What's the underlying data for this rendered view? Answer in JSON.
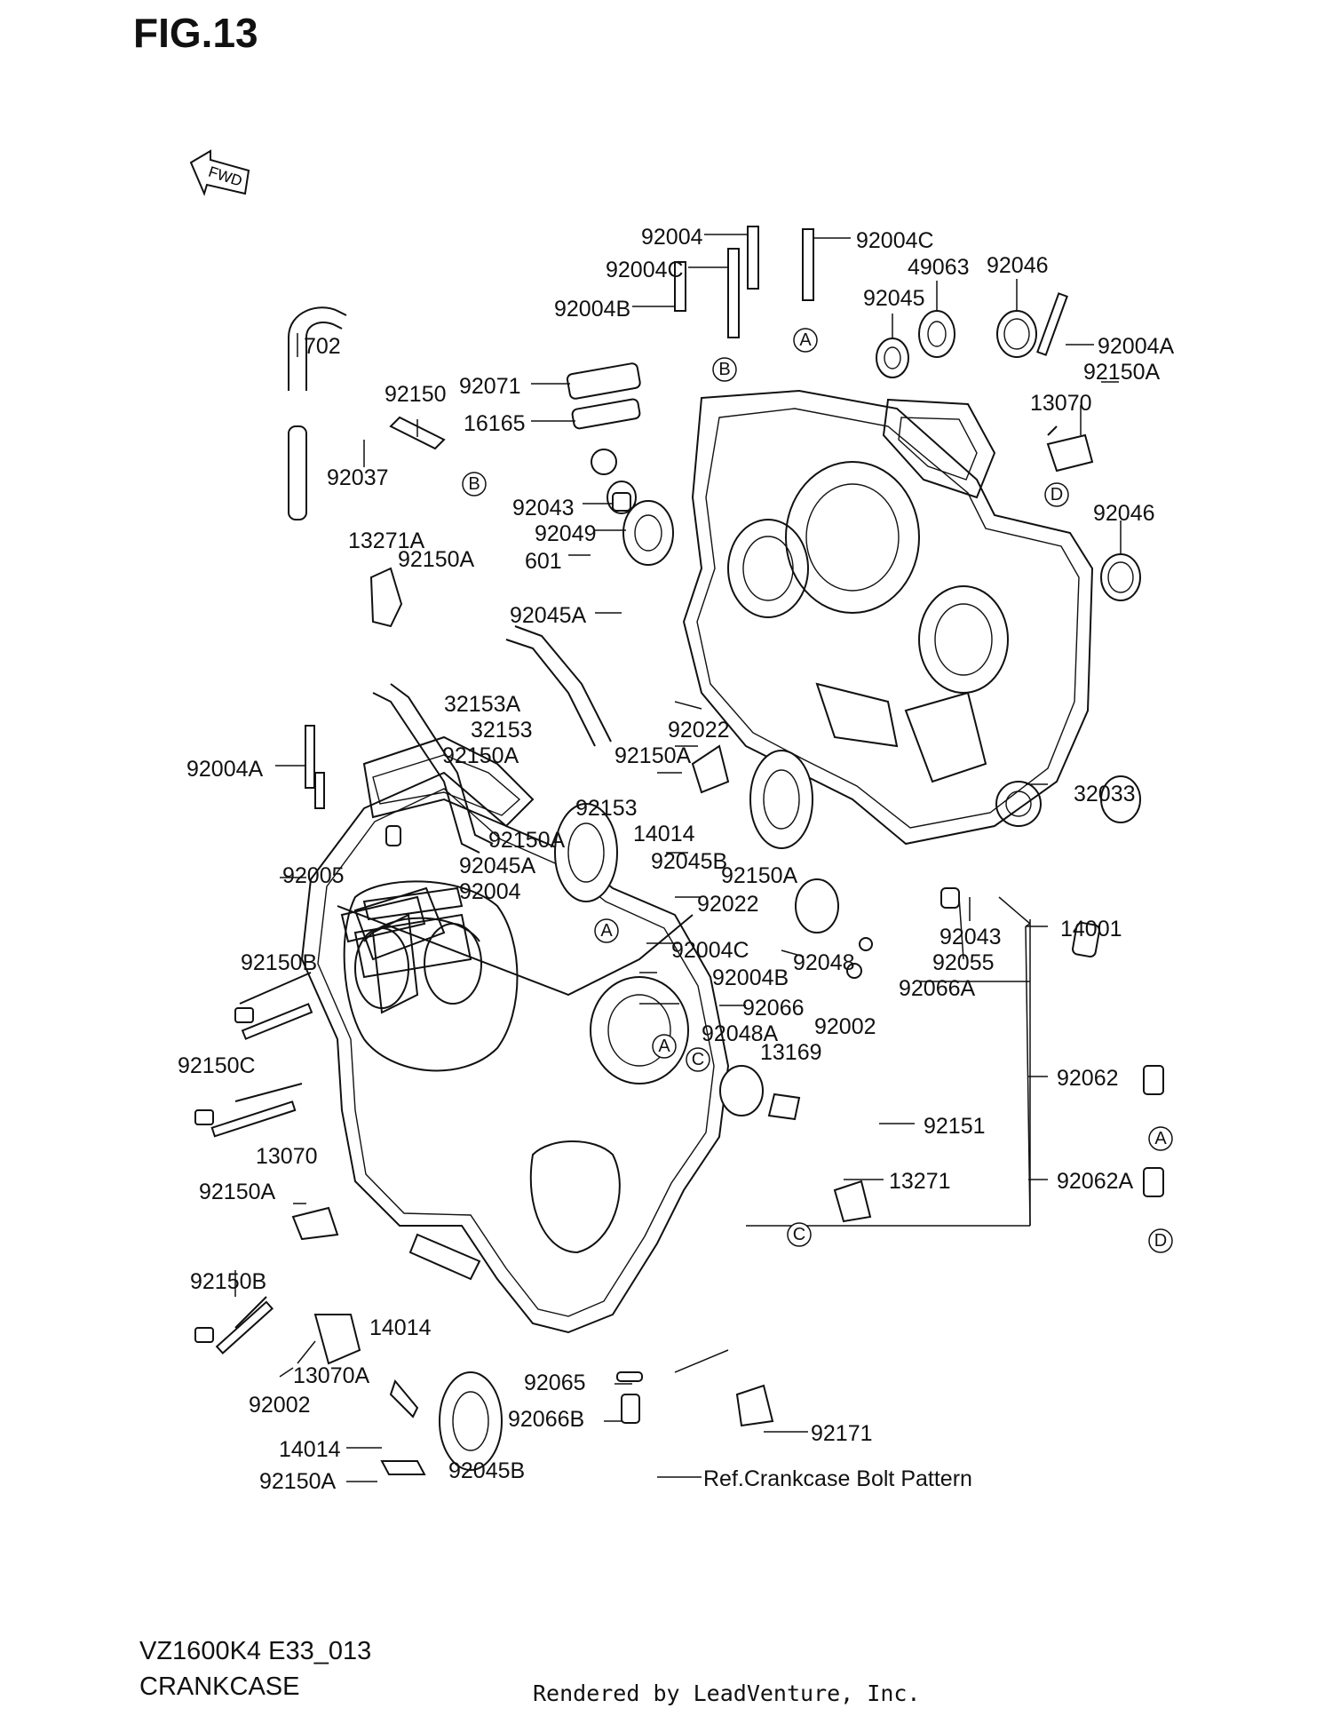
{
  "figure": {
    "title": "FIG.13",
    "fwd_label": "FWD",
    "model_code": "VZ1600K4 E33_013",
    "section_name": "CRANKCASE",
    "render_credit": "Rendered by LeadVenture, Inc."
  },
  "callouts": [
    {
      "text": "92004"
    },
    {
      "text": "92004C"
    },
    {
      "text": "92004C"
    },
    {
      "text": "49063"
    },
    {
      "text": "92046"
    },
    {
      "text": "92004B"
    },
    {
      "text": "92045"
    },
    {
      "text": "92004A"
    },
    {
      "text": "702"
    },
    {
      "text": "92150A"
    },
    {
      "text": "92071"
    },
    {
      "text": "92150"
    },
    {
      "text": "13070"
    },
    {
      "text": "16165"
    },
    {
      "text": "92037"
    },
    {
      "text": "92043"
    },
    {
      "text": "92046"
    },
    {
      "text": "92049"
    },
    {
      "text": "13271A"
    },
    {
      "text": "92150A"
    },
    {
      "text": "601"
    },
    {
      "text": "92045A"
    },
    {
      "text": "32153A"
    },
    {
      "text": "32153"
    },
    {
      "text": "92022"
    },
    {
      "text": "92150A"
    },
    {
      "text": "92150A"
    },
    {
      "text": "92004A"
    },
    {
      "text": "32033"
    },
    {
      "text": "92153"
    },
    {
      "text": "14014"
    },
    {
      "text": "92150A"
    },
    {
      "text": "92045B"
    },
    {
      "text": "92045A"
    },
    {
      "text": "92005"
    },
    {
      "text": "92150A"
    },
    {
      "text": "92004"
    },
    {
      "text": "92022"
    },
    {
      "text": "92043"
    },
    {
      "text": "14001"
    },
    {
      "text": "92004C"
    },
    {
      "text": "92048"
    },
    {
      "text": "92055"
    },
    {
      "text": "92150B"
    },
    {
      "text": "92004B"
    },
    {
      "text": "92066A"
    },
    {
      "text": "92066"
    },
    {
      "text": "92048A"
    },
    {
      "text": "92002"
    },
    {
      "text": "13169"
    },
    {
      "text": "92150C"
    },
    {
      "text": "92062"
    },
    {
      "text": "92151"
    },
    {
      "text": "13070"
    },
    {
      "text": "13271"
    },
    {
      "text": "92062A"
    },
    {
      "text": "92150A"
    },
    {
      "text": "92150B"
    },
    {
      "text": "14014"
    },
    {
      "text": "13070A"
    },
    {
      "text": "92065"
    },
    {
      "text": "92002"
    },
    {
      "text": "92066B"
    },
    {
      "text": "92171"
    },
    {
      "text": "14014"
    },
    {
      "text": "92045B"
    },
    {
      "text": "92150A"
    },
    {
      "text": "Ref.Crankcase Bolt Pattern"
    }
  ],
  "ref_markers": [
    {
      "letter": "A"
    },
    {
      "letter": "B"
    },
    {
      "letter": "B"
    },
    {
      "letter": "D"
    },
    {
      "letter": "A"
    },
    {
      "letter": "A"
    },
    {
      "letter": "C"
    },
    {
      "letter": "A"
    },
    {
      "letter": "D"
    },
    {
      "letter": "C"
    }
  ]
}
